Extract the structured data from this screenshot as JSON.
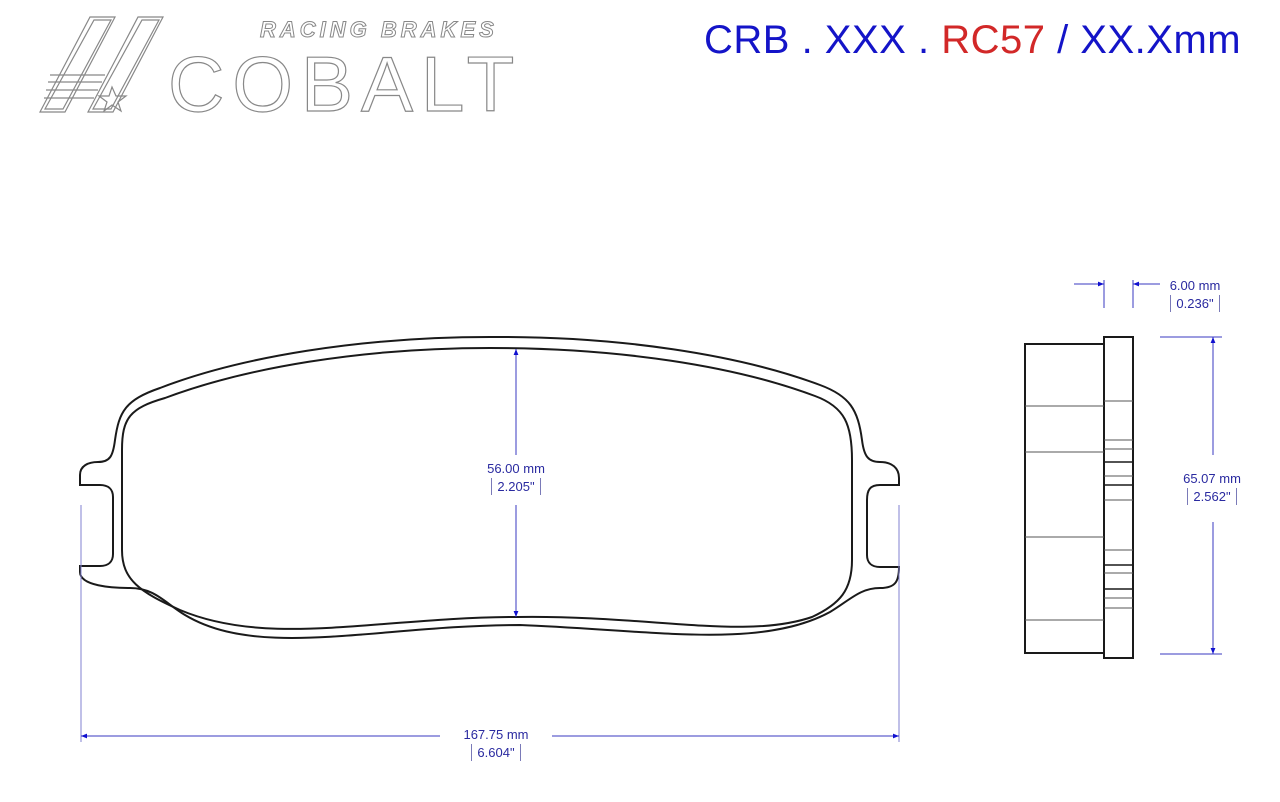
{
  "brand": {
    "tagline": "RACING BRAKES",
    "name": "COBALT"
  },
  "part_code": {
    "prefix": "CRB",
    "sep1": " . ",
    "series": "XXX",
    "sep2": " . ",
    "compound": "RC57",
    "sep3": " / ",
    "thickness": "XX.Xmm"
  },
  "colors": {
    "code_blue": "#1414c8",
    "code_red": "#d22828",
    "dimension_blue": "#2a2aa0",
    "outline": "#1a1a1a"
  },
  "dimensions": {
    "height": {
      "mm": "56.00 mm",
      "in": "2.205\""
    },
    "width": {
      "mm": "167.75 mm",
      "in": "6.604\""
    },
    "backplate_thickness": {
      "mm": "6.00 mm",
      "in": "0.236\""
    },
    "overall_height": {
      "mm": "65.07 mm",
      "in": "2.562\""
    }
  }
}
